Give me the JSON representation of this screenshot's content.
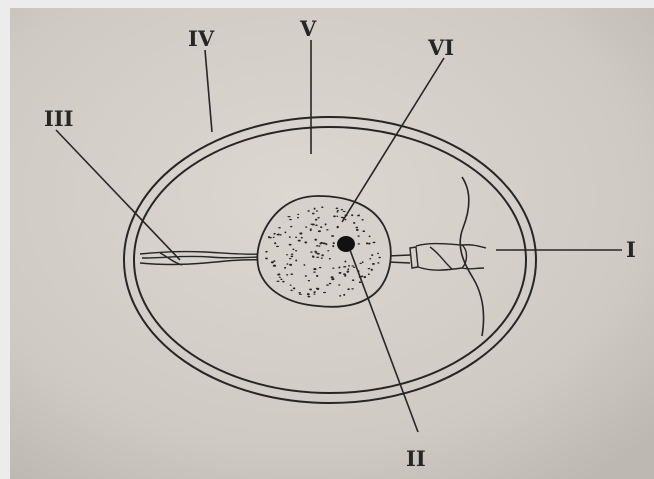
{
  "diagram": {
    "labels": {
      "I": "I",
      "II": "II",
      "III": "III",
      "IV": "IV",
      "V": "V",
      "VI": "VI"
    }
  },
  "colors": {
    "paper": "#d2cec7",
    "border": "#eeeeee",
    "ink": "#262626"
  }
}
